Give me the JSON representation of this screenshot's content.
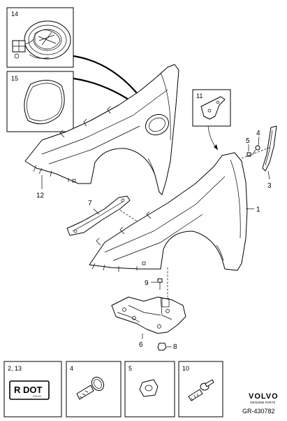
{
  "callouts": {
    "c1": "1",
    "c3": "3",
    "c4": "4",
    "c5": "5",
    "c6": "6",
    "c7": "7",
    "c8": "8",
    "c9": "9",
    "c12": "12"
  },
  "inset_boxes": {
    "b14": "14",
    "b15": "15",
    "b11": "11"
  },
  "legend_boxes": {
    "l1": "2, 13",
    "l2": "4",
    "l3": "5",
    "l4": "10"
  },
  "rdot_label": {
    "main": "R DOT",
    "sub": "VOLVO"
  },
  "brand": {
    "name": "VOLVO",
    "tagline": "GENUINE PARTS",
    "ref": "GR-430782"
  }
}
